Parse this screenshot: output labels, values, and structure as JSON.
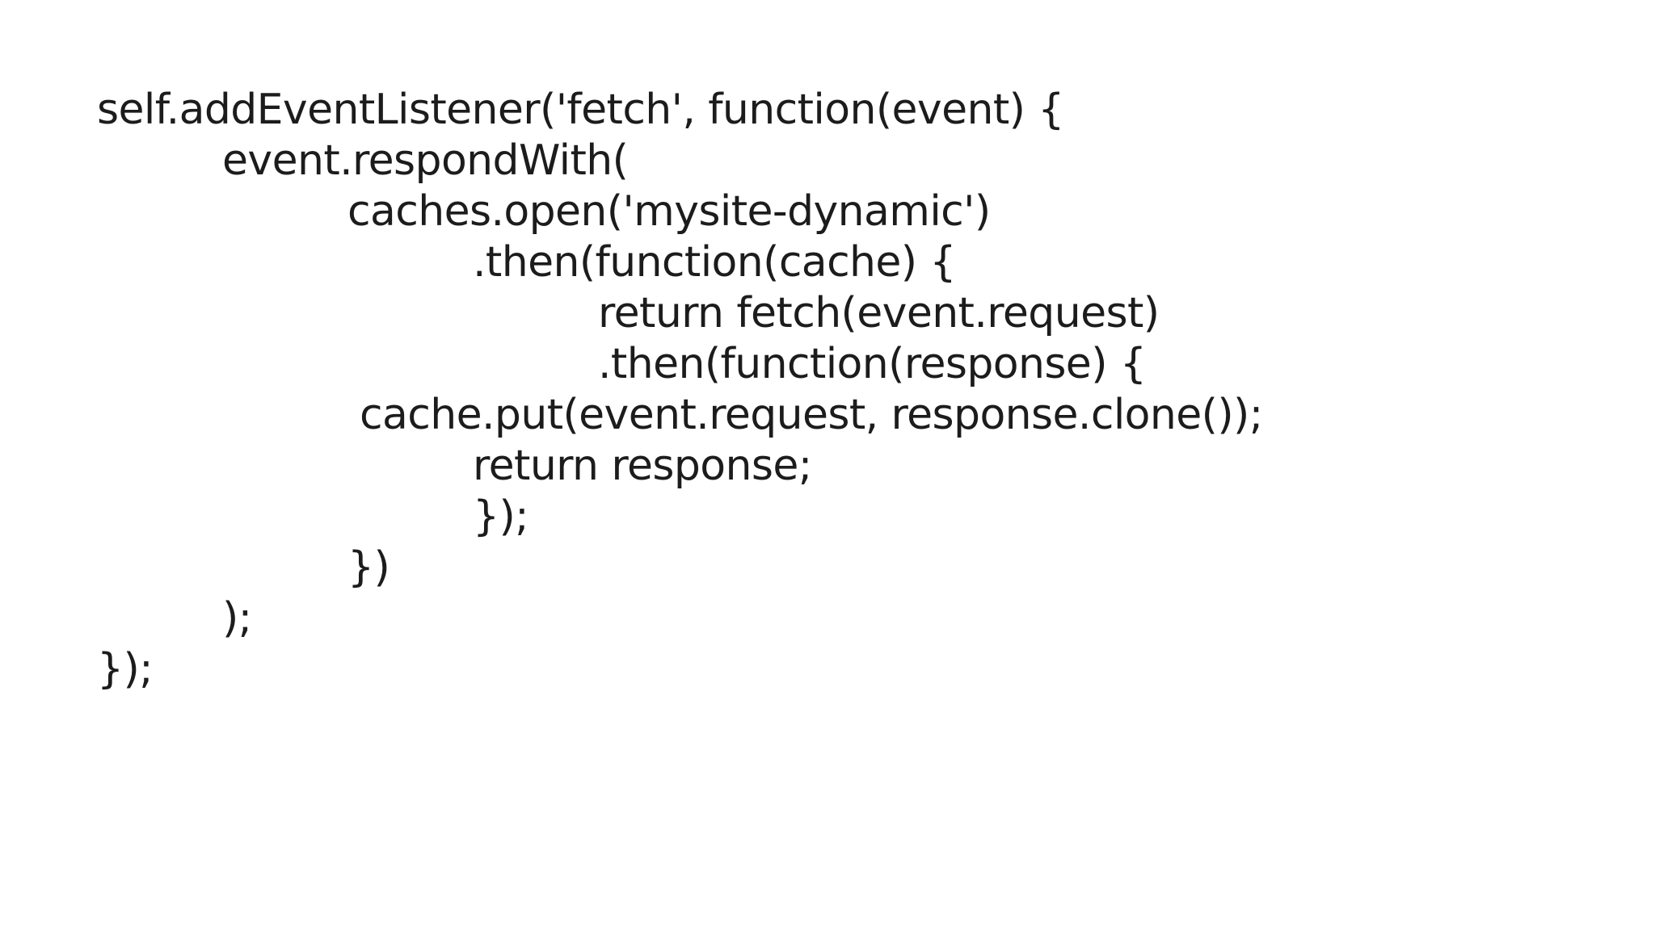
{
  "slide": {
    "background_color": "#ffffff",
    "text_color": "#1c1c1c",
    "language": "javascript",
    "code_lines": [
      {
        "text": "self.addEventListener('fetch', function(event) {",
        "indent": 0
      },
      {
        "text": "event.respondWith(",
        "indent": 1
      },
      {
        "text": "caches.open('mysite-dynamic')",
        "indent": 2
      },
      {
        "text": ".then(function(cache) {",
        "indent": 3
      },
      {
        "text": "return fetch(event.request)",
        "indent": 4
      },
      {
        "text": ".then(function(response) {",
        "indent": 4
      },
      {
        "text": "cache.put(event.request, response.clone());",
        "indent": 2
      },
      {
        "text": "return response;",
        "indent": 3
      },
      {
        "text": "});",
        "indent": 3
      },
      {
        "text": "})",
        "indent": 2
      },
      {
        "text": ");",
        "indent": 1
      },
      {
        "text": "});",
        "indent": 0
      }
    ]
  }
}
